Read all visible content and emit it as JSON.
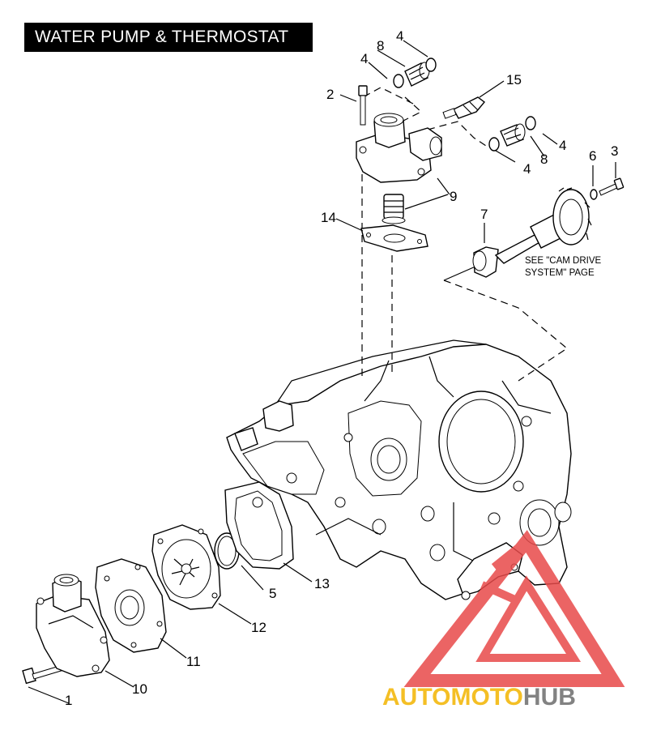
{
  "title": "WATER PUMP & THERMOSTAT",
  "note": {
    "line1": "SEE \"CAM DRIVE",
    "line2": "SYSTEM\" PAGE"
  },
  "callouts": [
    "1",
    "2",
    "3",
    "4",
    "4",
    "4",
    "4",
    "5",
    "6",
    "7",
    "8",
    "8",
    "9",
    "10",
    "11",
    "12",
    "13",
    "14",
    "15"
  ],
  "watermark": {
    "part1": "AUTOMOTO",
    "part2": "HUB",
    "color_triangle": "#e84a4a",
    "color_auto": "#f3b400",
    "color_hub": "#6d6d6d"
  }
}
